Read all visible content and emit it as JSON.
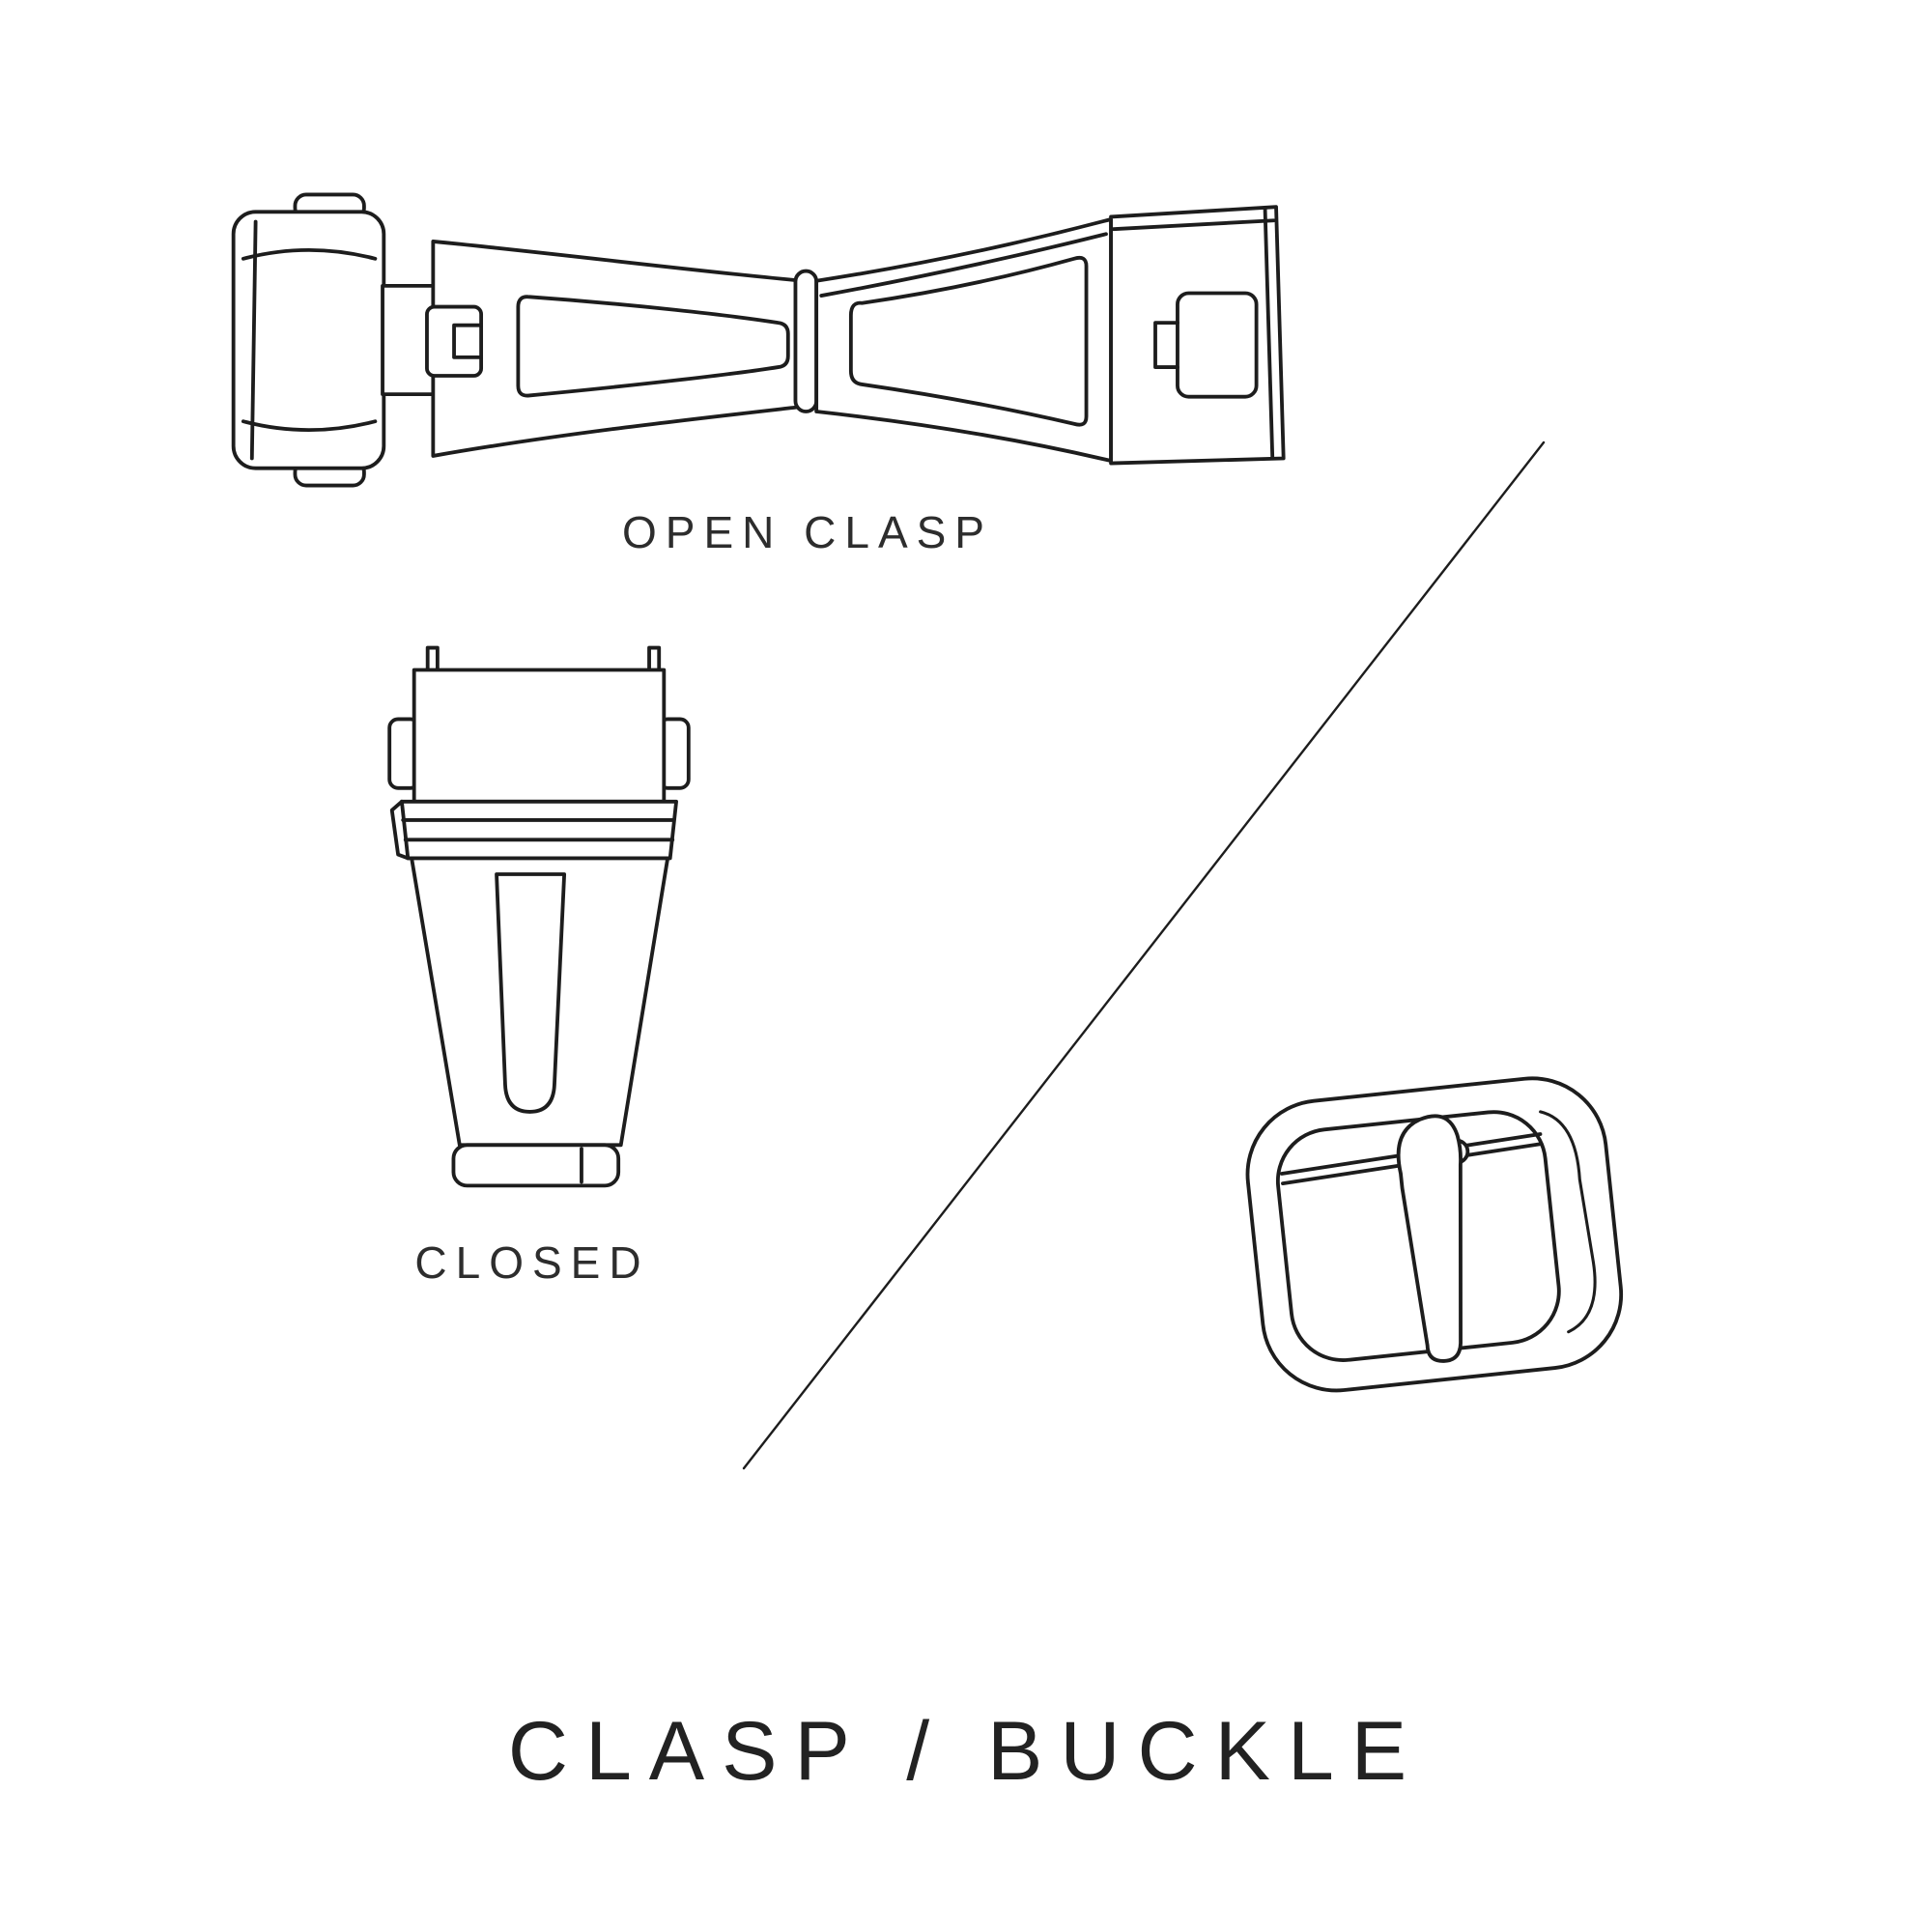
{
  "canvas": {
    "background": "#ffffff",
    "line_color": "#1d1d1d",
    "text_color": "#2d2d2d"
  },
  "figures": {
    "open_clasp": {
      "caption": "OPEN CLASP"
    },
    "closed_clasp": {
      "caption": "CLOSED"
    },
    "buckle": {
      "caption": ""
    }
  },
  "title": "CLASP / BUCKLE"
}
